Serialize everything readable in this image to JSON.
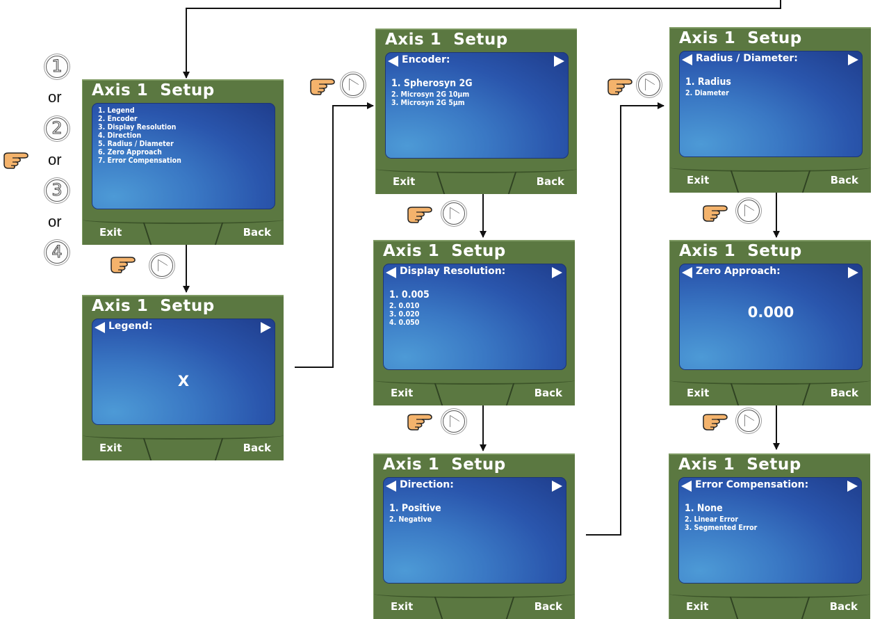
{
  "screens": {
    "menu": {
      "title": "Axis 1  Setup",
      "items": [
        "1. Legend",
        "2. Encoder",
        "3. Display Resolution",
        "4. Direction",
        "5. Radius / Diameter",
        "6. Zero Approach",
        "7. Error Compensation"
      ],
      "exit": "Exit",
      "back": "Back"
    },
    "legend": {
      "title": "Axis 1  Setup",
      "heading": "Legend:",
      "value": "X",
      "exit": "Exit",
      "back": "Back"
    },
    "encoder": {
      "title": "Axis 1  Setup",
      "heading": "Encoder:",
      "selected": "1. Spherosyn 2G",
      "options": [
        "2. Microsyn 2G 10µm",
        "3. Microsyn 2G 5µm"
      ],
      "exit": "Exit",
      "back": "Back"
    },
    "resolution": {
      "title": "Axis 1  Setup",
      "heading": "Display Resolution:",
      "selected": "1. 0.005",
      "options": [
        "2. 0.010",
        "3. 0.020",
        "4. 0.050"
      ],
      "exit": "Exit",
      "back": "Back"
    },
    "direction": {
      "title": "Axis 1  Setup",
      "heading": "Direction:",
      "selected": "1. Positive",
      "options": [
        "2. Negative"
      ],
      "exit": "Exit",
      "back": "Back"
    },
    "radius": {
      "title": "Axis 1  Setup",
      "heading": "Radius / Diameter:",
      "selected": "1. Radius",
      "options": [
        "2. Diameter"
      ],
      "exit": "Exit",
      "back": "Back"
    },
    "zero": {
      "title": "Axis 1  Setup",
      "heading": "Zero Approach:",
      "value": "0.000",
      "exit": "Exit",
      "back": "Back"
    },
    "error": {
      "title": "Axis 1  Setup",
      "heading": "Error Compensation:",
      "selected": "1. None",
      "options": [
        "2. Linear Error",
        "3. Segmented Error"
      ],
      "exit": "Exit",
      "back": "Back"
    }
  },
  "keys": [
    "1",
    "2",
    "3",
    "4"
  ],
  "or_labels": [
    "or",
    "or",
    "or"
  ],
  "colors": {
    "bezel": "#5b7841",
    "panel": "#2a56ad",
    "wire": "#111111"
  }
}
